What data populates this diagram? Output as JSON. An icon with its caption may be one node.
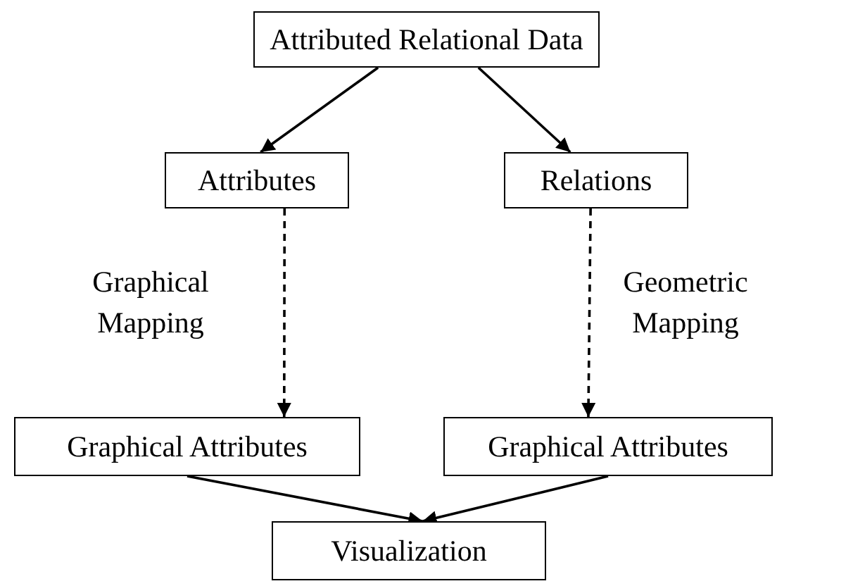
{
  "diagram": {
    "nodes": [
      {
        "text": [
          "Attributed Relational Data"
        ]
      },
      {
        "text": [
          "Attributes"
        ]
      },
      {
        "text": [
          "Relations"
        ]
      },
      {
        "text": [
          "Graphical Attributes"
        ]
      },
      {
        "text": [
          "Graphical Attributes"
        ]
      },
      {
        "text": [
          "Visualization"
        ]
      }
    ],
    "edges": [
      {
        "from": 0,
        "to": 1,
        "arrow": "to"
      },
      {
        "from": 0,
        "to": 2,
        "arrow": "to"
      },
      {
        "from": 1,
        "to": 3,
        "arrow": "to",
        "style": "dashed",
        "label": "Graphical Mapping"
      },
      {
        "from": 2,
        "to": 4,
        "arrow": "to",
        "style": "dashed",
        "label": "Geometric Mapping"
      },
      {
        "from": 3,
        "to": 5,
        "arrow": "to"
      },
      {
        "from": 4,
        "to": 5,
        "arrow": "to"
      }
    ]
  }
}
